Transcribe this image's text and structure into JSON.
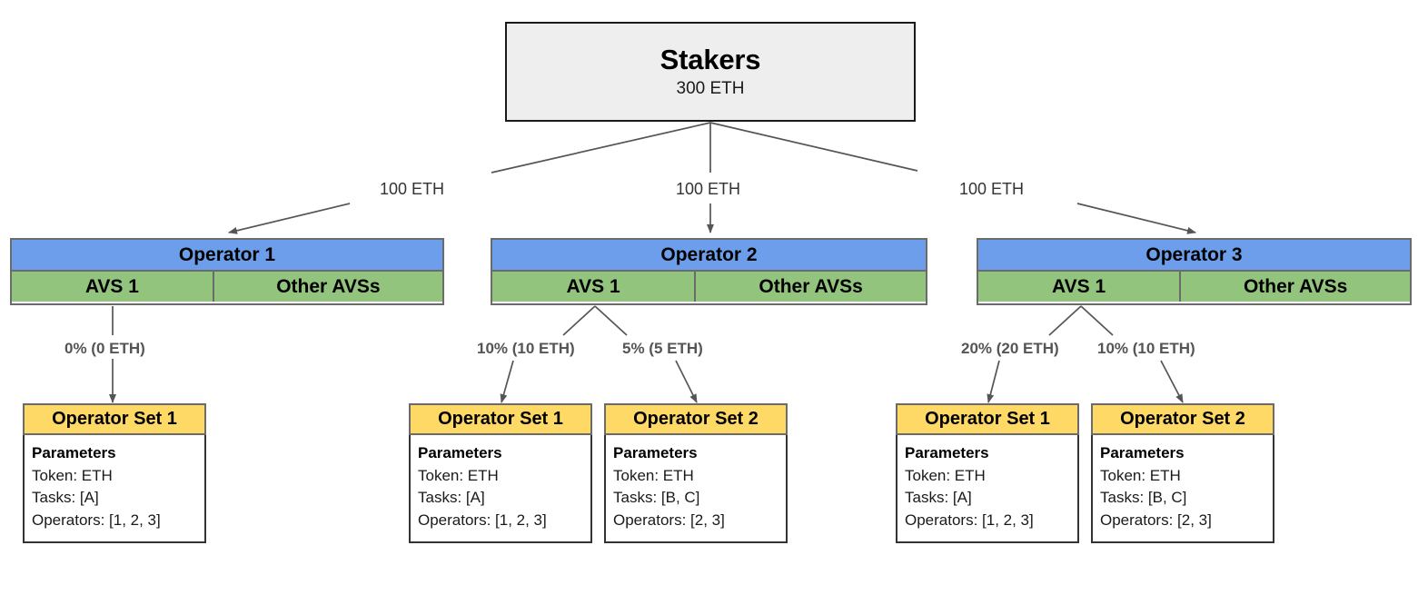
{
  "diagram": {
    "title_node": {
      "label": "Stakers",
      "amount": "300 ETH"
    },
    "stake_edges": [
      {
        "label": "100 ETH"
      },
      {
        "label": "100 ETH"
      },
      {
        "label": "100 ETH"
      }
    ],
    "operators": [
      {
        "name": "Operator 1",
        "avs_primary": "AVS 1",
        "avs_other": "Other AVSs"
      },
      {
        "name": "Operator 2",
        "avs_primary": "AVS 1",
        "avs_other": "Other AVSs"
      },
      {
        "name": "Operator 3",
        "avs_primary": "AVS 1",
        "avs_other": "Other AVSs"
      }
    ],
    "allocation_labels": [
      {
        "text": "0% (0 ETH)"
      },
      {
        "text": "10% (10 ETH)"
      },
      {
        "text": "5% (5 ETH)"
      },
      {
        "text": "20% (20 ETH)"
      },
      {
        "text": "10% (10 ETH)"
      }
    ],
    "operator_sets": [
      {
        "name": "Operator Set 1",
        "params_title": "Parameters",
        "token": "Token: ETH",
        "tasks": "Tasks: [A]",
        "operators": "Operators: [1, 2, 3]"
      },
      {
        "name": "Operator Set 1",
        "params_title": "Parameters",
        "token": "Token: ETH",
        "tasks": "Tasks: [A]",
        "operators": "Operators: [1, 2, 3]"
      },
      {
        "name": "Operator Set 2",
        "params_title": "Parameters",
        "token": "Token: ETH",
        "tasks": "Tasks: [B, C]",
        "operators": "Operators: [2, 3]"
      },
      {
        "name": "Operator Set 1",
        "params_title": "Parameters",
        "token": "Token: ETH",
        "tasks": "Tasks: [A]",
        "operators": "Operators: [1, 2, 3]"
      },
      {
        "name": "Operator Set 2",
        "params_title": "Parameters",
        "token": "Token: ETH",
        "tasks": "Tasks: [B, C]",
        "operators": "Operators: [2, 3]"
      }
    ],
    "colors": {
      "stakers_fill": "#eeeeee",
      "operator_header": "#6D9EEB",
      "avs_fill": "#93C47D",
      "operator_set_header": "#FFD966",
      "edge_stroke": "#555555",
      "border": "#6b6b6b"
    }
  }
}
